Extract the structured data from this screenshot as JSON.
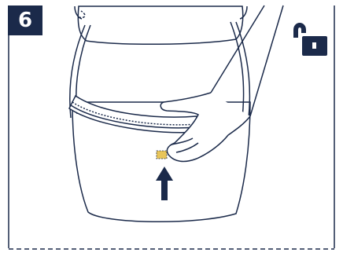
{
  "step": {
    "number": "6"
  },
  "illustration": {
    "subject": "bag-body-with-zip-lid",
    "action": "push-up-to-release",
    "icons": {
      "lock": "unlocked-padlock-icon",
      "arrow": "arrow-up-icon"
    }
  },
  "colors": {
    "ink": "#1b2a4a",
    "badge_background": "#1b2a4a",
    "badge_text": "#ffffff",
    "page_background": "#ffffff",
    "accent_highlight": "#e8c55a"
  }
}
